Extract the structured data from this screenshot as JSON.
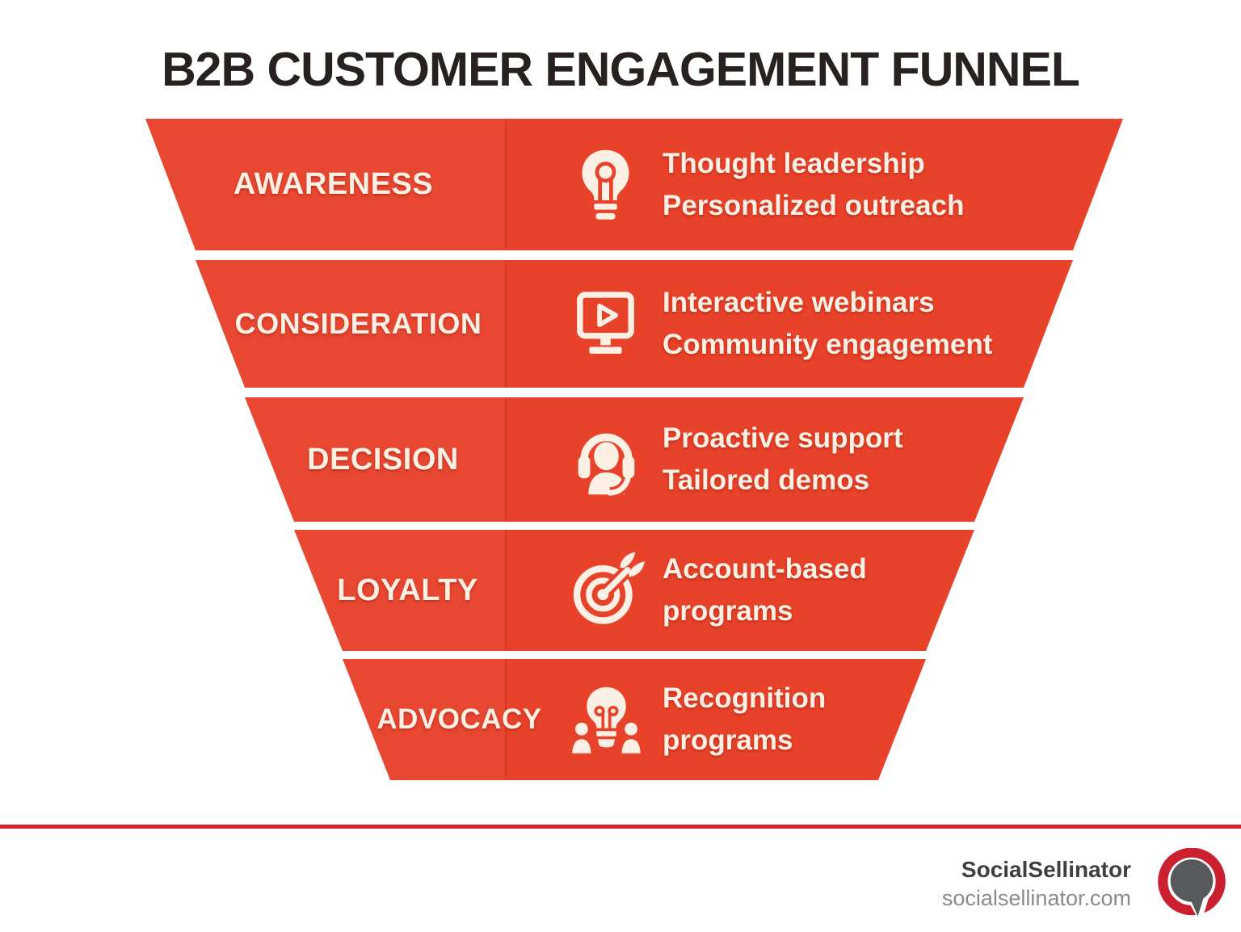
{
  "title": "B2B CUSTOMER ENGAGEMENT FUNNEL",
  "funnel": {
    "stages": [
      {
        "label": "AWARENESS",
        "icon": "lightbulb-icon",
        "lines": [
          "Thought leadership",
          "Personalized outreach"
        ]
      },
      {
        "label": "CONSIDERATION",
        "icon": "webinar-monitor-icon",
        "lines": [
          "Interactive webinars",
          "Community engagement"
        ]
      },
      {
        "label": "DECISION",
        "icon": "headset-support-icon",
        "lines": [
          "Proactive support",
          "Tailored demos"
        ]
      },
      {
        "label": "LOYALTY",
        "icon": "target-arrow-icon",
        "lines": [
          "Account-based",
          "programs"
        ]
      },
      {
        "label": "ADVOCACY",
        "icon": "idea-people-icon",
        "lines": [
          "Recognition",
          "programs"
        ]
      }
    ]
  },
  "footer": {
    "brand": "SocialSellinator",
    "website": "socialsellinator.com",
    "logo": "speech-bubble-logo"
  },
  "colors": {
    "funnel_red": "#E8422B",
    "cream_text": "#FBF0E3",
    "title_dark": "#272120",
    "footer_line_red": "#D2202D",
    "logo_ring_red": "#CB2030",
    "logo_bubble_gray": "#58595B",
    "brand_text_dark": "#3F3F41",
    "brand_text_gray": "#898B8E"
  }
}
